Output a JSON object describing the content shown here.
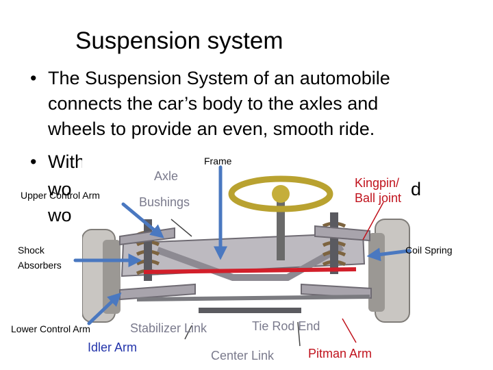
{
  "title": "Suspension system",
  "bullets": [
    {
      "lines": [
        "The Suspension System of an automobile",
        "connects the car’s body to the axles and",
        "wheels to provide an even, smooth ride."
      ]
    },
    {
      "lines": [
        "Without suspension the automobile",
        "wo",
        "wo"
      ],
      "tail": "d"
    }
  ],
  "callouts": {
    "frame": "Frame",
    "upper_control_arm": "Upper Control Arm",
    "shock_absorbers_1": "Shock",
    "shock_absorbers_2": "Absorbers",
    "lower_control_arm": "Lower Control Arm",
    "coil_spring": "Coil Spring"
  },
  "diagram_labels": {
    "axle": "Axle",
    "bushings": "Bushings",
    "kingpin_1": "Kingpin/",
    "kingpin_2": "Ball joint",
    "stabilizer_link": "Stabilizer Link",
    "tie_rod_end": "Tie Rod End",
    "idler_arm": "Idler Arm",
    "center_link": "Center Link",
    "pitman_arm": "Pitman Arm"
  },
  "colors": {
    "arrow": "#4a78c0",
    "label_gray": "#7a7a8c",
    "label_red": "#c0121c",
    "axle_red": "#d21f2a",
    "idler_blue": "#2233aa"
  }
}
